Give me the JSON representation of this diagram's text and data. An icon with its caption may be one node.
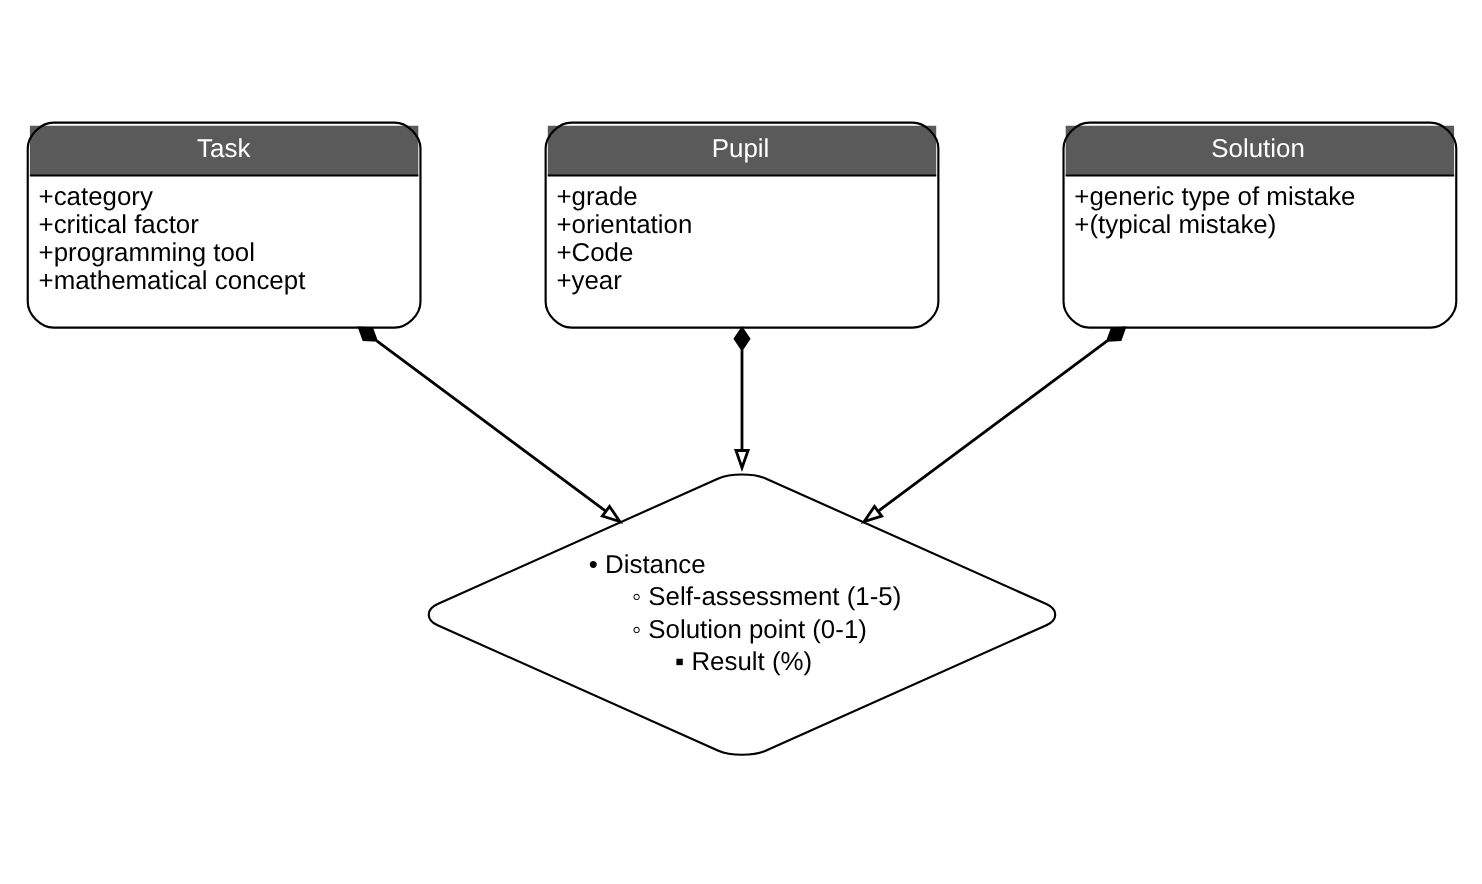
{
  "diagram": {
    "nodes": [
      {
        "text": [
          "Task",
          "+category",
          "+critical factor",
          "+programming tool",
          "+mathematical concept"
        ]
      },
      {
        "text": [
          "Pupil",
          "+grade",
          "+orientation",
          "+Code",
          "+year"
        ]
      },
      {
        "text": [
          "Solution",
          "+generic type of mistake",
          "+(typical mistake)"
        ]
      },
      {
        "text": [
          "• Distance",
          "◦ Self-assessment (1-5)",
          "◦ Solution point (0-1)",
          "▪ Result (%)"
        ]
      }
    ],
    "edges": [
      {
        "from": 0,
        "to": 3,
        "arrow": "to"
      },
      {
        "from": 1,
        "to": 3,
        "arrow": "to"
      },
      {
        "from": 2,
        "to": 3,
        "arrow": "to"
      }
    ]
  }
}
